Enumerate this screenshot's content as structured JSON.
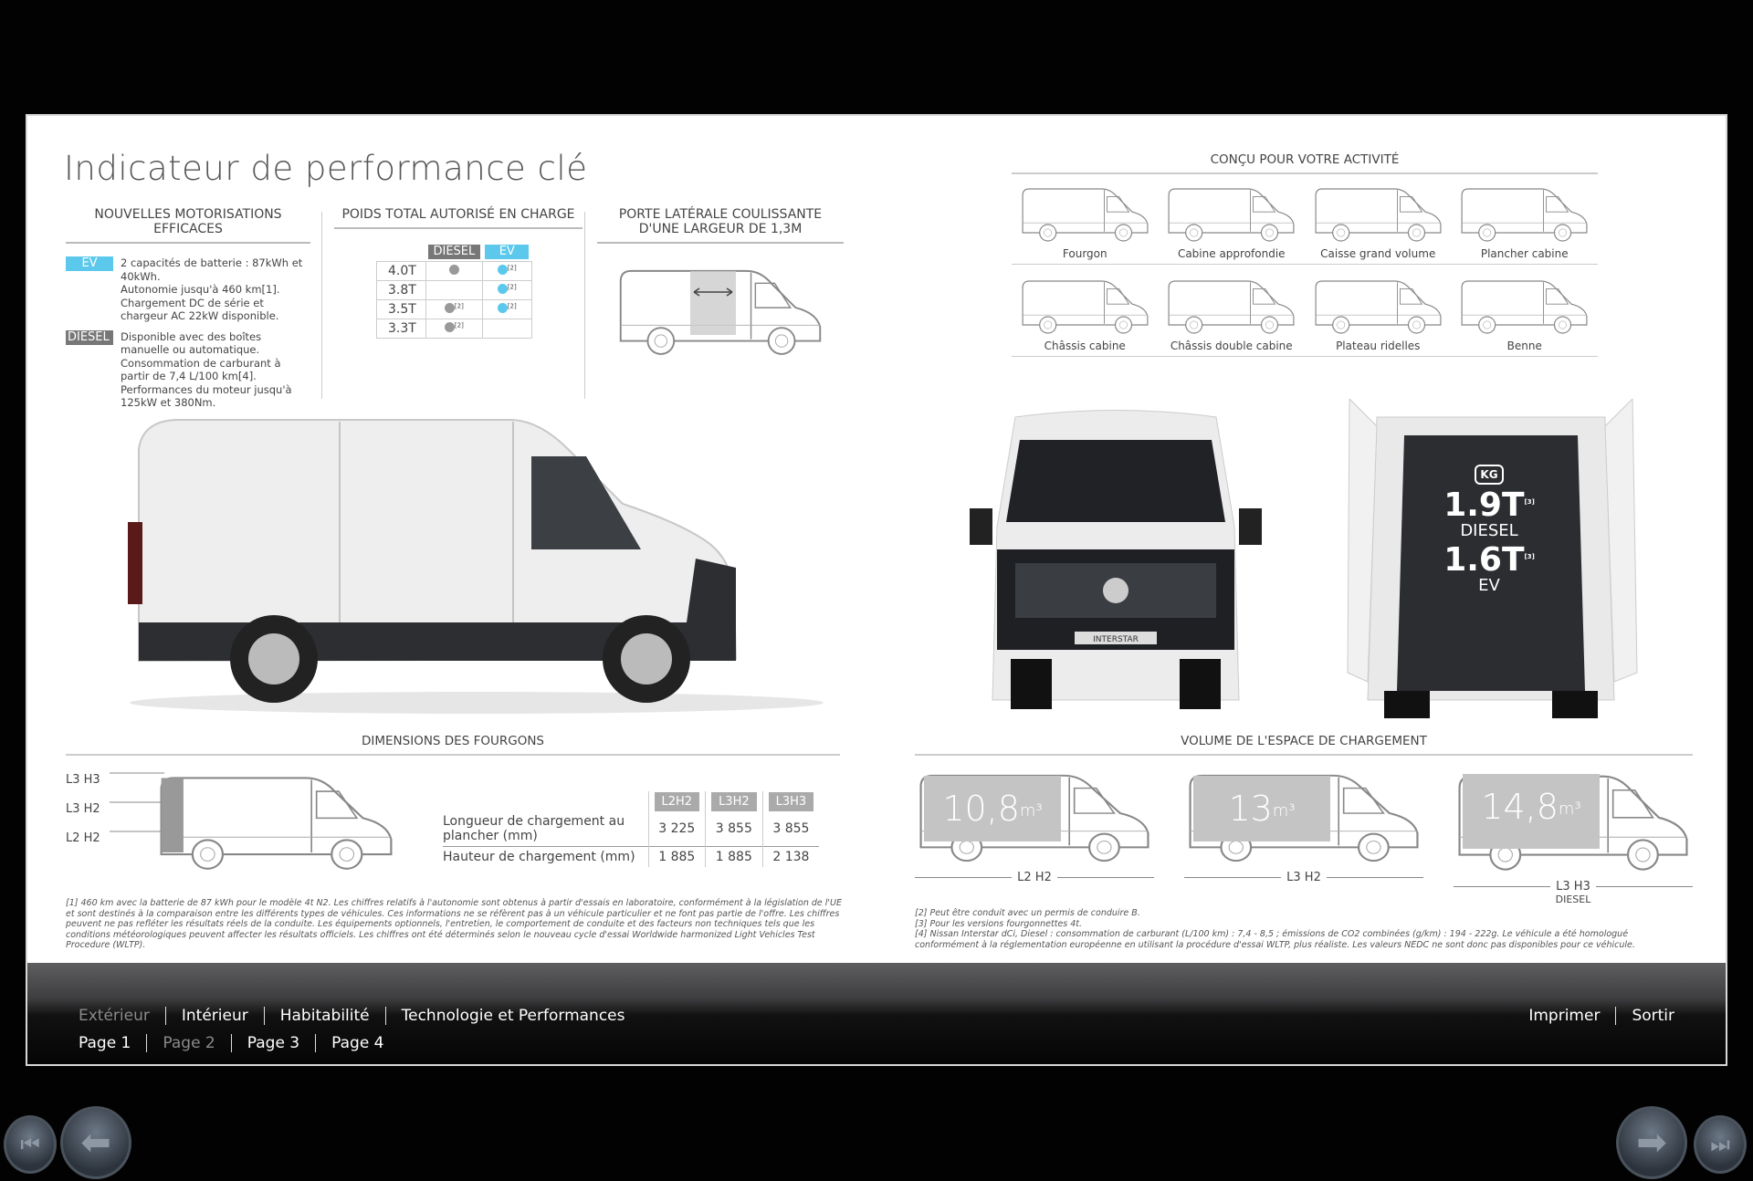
{
  "title": "Indicateur de performance clé",
  "col1": {
    "heading": "NOUVELLES MOTORISATIONS EFFICACES",
    "ev_tag": "EV",
    "ev_text": [
      "2 capacités de batterie : 87kWh et",
      "40kWh.",
      "Autonomie jusqu'à 460 km[1].",
      "Chargement DC de série et",
      "chargeur AC 22kW disponible."
    ],
    "diesel_tag": "DIESEL",
    "diesel_text": [
      "Disponible avec des boîtes",
      "manuelle ou automatique.",
      "Consommation de carburant à",
      "partir de 7,4 L/100 km[4].",
      "Performances du moteur jusqu'à",
      "125kW et 380Nm."
    ]
  },
  "col2": {
    "heading": "POIDS TOTAL AUTORISÉ EN CHARGE",
    "headers": [
      "DIESEL",
      "EV"
    ],
    "rows": [
      {
        "label": "4.0T",
        "diesel": "●",
        "diesel_note": "",
        "ev": "●",
        "ev_note": "[2]"
      },
      {
        "label": "3.8T",
        "diesel": "",
        "diesel_note": "",
        "ev": "●",
        "ev_note": "[2]"
      },
      {
        "label": "3.5T",
        "diesel": "●",
        "diesel_note": "[2]",
        "ev": "●",
        "ev_note": "[2]"
      },
      {
        "label": "3.3T",
        "diesel": "●",
        "diesel_note": "[2]",
        "ev": "",
        "ev_note": ""
      }
    ]
  },
  "col3": {
    "heading": "PORTE LATÉRALE COULISSANTE D'UNE LARGEUR DE 1,3M"
  },
  "activity": {
    "heading": "CONÇU POUR VOTRE ACTIVITÉ",
    "items": [
      "Fourgon",
      "Cabine approfondie",
      "Caisse grand volume",
      "Plancher cabine",
      "Châssis cabine",
      "Châssis double cabine",
      "Plateau ridelles",
      "Benne"
    ]
  },
  "payload": {
    "icon": "KG",
    "diesel_value": "1.9T",
    "diesel_note": "[3]",
    "diesel_label": "DIESEL",
    "ev_value": "1.6T",
    "ev_note": "[3]",
    "ev_label": "EV",
    "plate": "INTERSTAR"
  },
  "dimensions": {
    "heading": "DIMENSIONS DES FOURGONS",
    "levels": [
      "L3 H3",
      "L3 H2",
      "L2 H2"
    ],
    "headers": [
      "L2H2",
      "L3H2",
      "L3H3"
    ],
    "rows": [
      {
        "label": "Longueur de chargement au plancher (mm)",
        "values": [
          "3 225",
          "3 855",
          "3 855"
        ]
      },
      {
        "label": "Hauteur de chargement (mm)",
        "values": [
          "1 885",
          "1 885",
          "2 138"
        ]
      }
    ]
  },
  "volume": {
    "heading": "VOLUME DE L'ESPACE DE CHARGEMENT",
    "items": [
      {
        "value": "10,8",
        "unit": "m³",
        "label": "L2 H2",
        "sub": ""
      },
      {
        "value": "13",
        "unit": "m³",
        "label": "L3 H2",
        "sub": ""
      },
      {
        "value": "14,8",
        "unit": "m³",
        "label": "L3 H3",
        "sub": "DIESEL"
      }
    ]
  },
  "footnotes_left": "[1] 460 km avec la batterie de 87 kWh pour le modèle 4t N2. Les chiffres relatifs à l'autonomie sont obtenus à partir d'essais en laboratoire, conformément à la législation de l'UE et sont destinés à la comparaison entre les différents types de véhicules. Ces informations ne se réfèrent pas à un véhicule particulier et ne font pas partie de l'offre. Les chiffres peuvent ne pas refléter les résultats réels de la conduite. Les équipements optionnels, l'entretien, le comportement de conduite et des facteurs non techniques tels que les conditions météorologiques peuvent affecter les résultats officiels. Les chiffres ont été déterminés selon le nouveau cycle d'essai Worldwide harmonized Light Vehicles Test Procedure (WLTP).",
  "footnotes_right": [
    "[2] Peut être conduit avec un permis de conduire B.",
    "[3] Pour les versions fourgonnettes 4t.",
    "[4] Nissan Interstar dCi, Diesel : consommation de carburant (L/100 km) : 7,4 - 8,5 ; émissions de CO2 combinées (g/km) : 194 - 222g. Le véhicule a été homologué conformément à la réglementation européenne en utilisant la procédure d'essai WLTP, plus réaliste. Les valeurs NEDC ne sont donc pas disponibles pour ce véhicule."
  ],
  "nav": {
    "sections": [
      "Extérieur",
      "Intérieur",
      "Habitabilité",
      "Technologie et Performances"
    ],
    "active_section": "Extérieur",
    "pages": [
      "Page 1",
      "Page 2",
      "Page 3",
      "Page 4"
    ],
    "active_page": "Page 2",
    "print": "Imprimer",
    "exit": "Sortir"
  },
  "colors": {
    "ev": "#5bc8ec",
    "diesel": "#777777",
    "footer": "#3e3e40"
  }
}
